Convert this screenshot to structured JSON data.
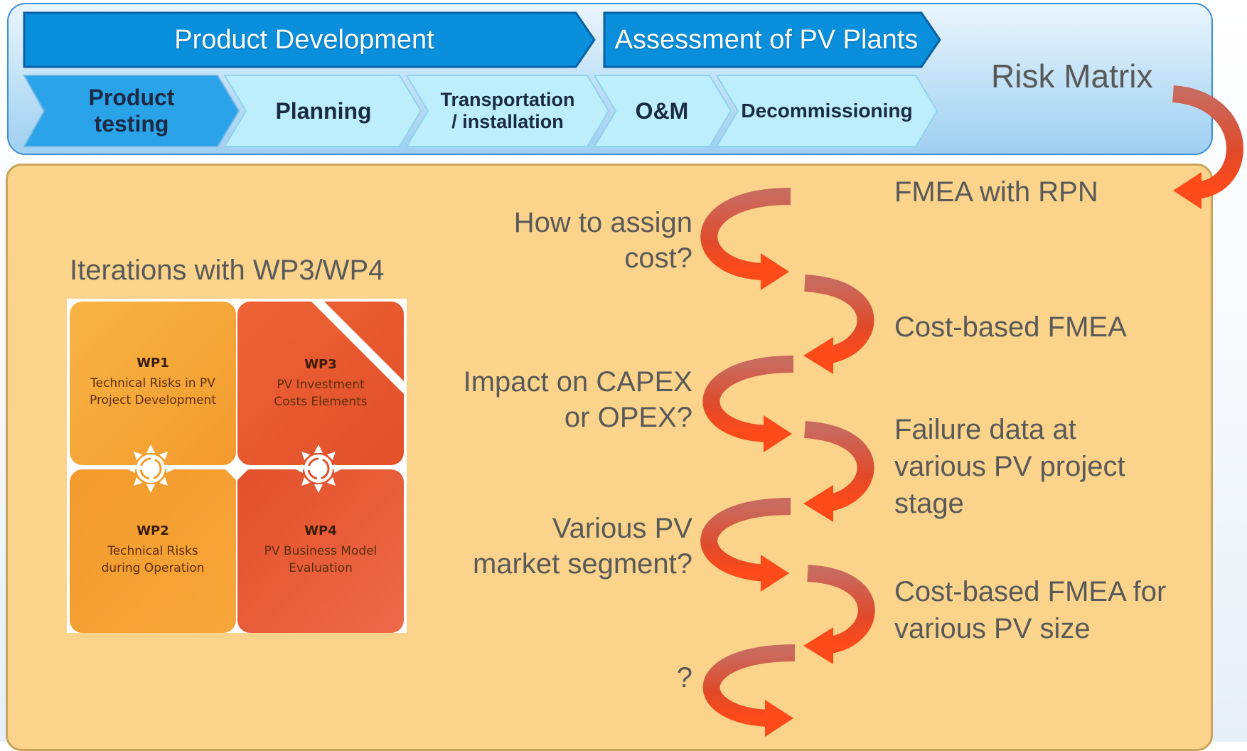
{
  "phases": [
    {
      "label": "Product Development"
    },
    {
      "label": "Assessment of PV Plants"
    }
  ],
  "stages": [
    {
      "label": "Product\ntesting"
    },
    {
      "label": "Planning"
    },
    {
      "label": "Transportation\n/ installation"
    },
    {
      "label": "O&M"
    },
    {
      "label": "Decommissioning"
    }
  ],
  "risk_matrix": "Risk Matrix",
  "right_steps": [
    {
      "label": "FMEA with RPN"
    },
    {
      "label": "Cost-based FMEA"
    },
    {
      "label": "Failure data at\nvarious PV project\nstage"
    },
    {
      "label": "Cost-based FMEA for\nvarious PV size"
    }
  ],
  "questions": [
    {
      "label": "How to assign\ncost?"
    },
    {
      "label": "Impact on CAPEX\nor OPEX?"
    },
    {
      "label": "Various PV\nmarket segment?"
    },
    {
      "label": "?"
    }
  ],
  "iterations_label": "Iterations with WP3/WP4",
  "work_packages": [
    {
      "id": "WP1",
      "desc": "Technical Risks in PV\nProject Development"
    },
    {
      "id": "WP2",
      "desc": "Technical Risks\nduring Operation"
    },
    {
      "id": "WP3",
      "desc": "PV Investment\nCosts Elements"
    },
    {
      "id": "WP4",
      "desc": "PV Business Model\nEvaluation"
    }
  ],
  "colors": {
    "phase_blue": "#0a8fdc",
    "stage_light": "#bdeefd",
    "stage_active": "#2aa3e8",
    "panel_orange": "#fbd38a",
    "arrow_red": "#f25a2c",
    "wp_orange_light": "#f7a136",
    "wp_orange_dark": "#e8552c"
  },
  "icons": [
    "curved-arrow-icon",
    "sun-cycle-icon"
  ]
}
